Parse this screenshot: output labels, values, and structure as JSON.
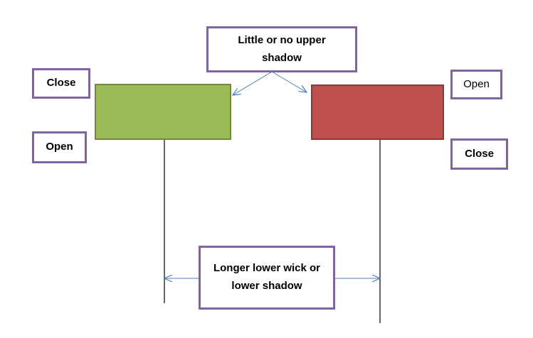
{
  "labels": {
    "top_annotation": "Little or no upper shadow",
    "bottom_annotation": "Longer lower wick or lower shadow",
    "green_close": "Close",
    "green_open": "Open",
    "red_open": "Open",
    "red_close": "Close"
  },
  "colors": {
    "green_candle_fill": "#9bbb59",
    "green_candle_border": "#71893f",
    "red_candle_fill": "#c0504d",
    "red_candle_border": "#8c3836",
    "label_border": "#8064a2",
    "arrow": "#4f81bd",
    "wick": "#000000"
  }
}
